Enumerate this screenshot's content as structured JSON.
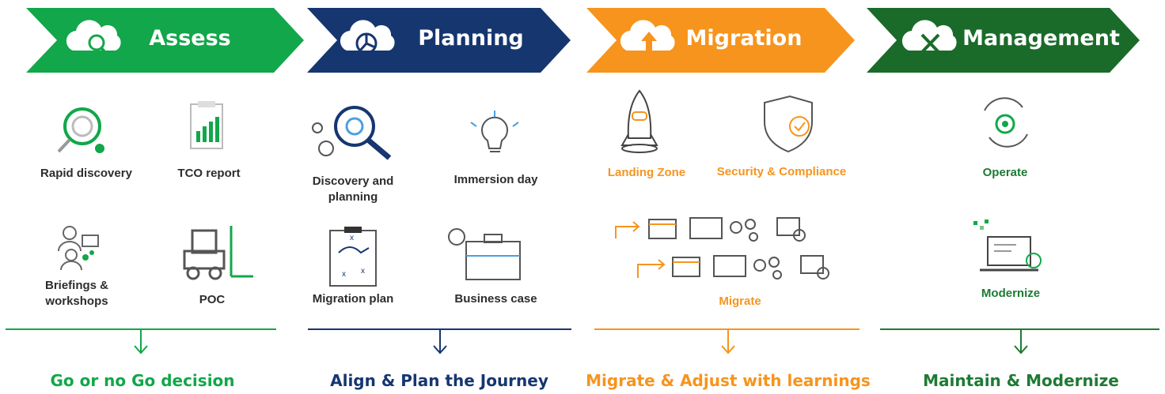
{
  "phases": [
    {
      "title": "Assess",
      "color": "#12a74a",
      "outcome": "Go or no Go decision",
      "outcome_color": "#12a74a",
      "items": [
        "Rapid discovery",
        "TCO report",
        "Briefings & workshops",
        "POC"
      ]
    },
    {
      "title": "Planning",
      "color": "#163670",
      "outcome": "Align & Plan the Journey",
      "outcome_color": "#163670",
      "items": [
        "Discovery and planning",
        "Immersion day",
        "Migration plan",
        "Business case"
      ]
    },
    {
      "title": "Migration",
      "color": "#f7941d",
      "outcome": "Migrate & Adjust with learnings",
      "outcome_color": "#f7941d",
      "items": [
        "Landing Zone",
        "Security & Compliance",
        "Migrate"
      ]
    },
    {
      "title": "Management",
      "color": "#1a6b2a",
      "outcome": "Maintain & Modernize",
      "outcome_color": "#1e7a34",
      "items": [
        "Operate",
        "Modernize"
      ]
    }
  ]
}
